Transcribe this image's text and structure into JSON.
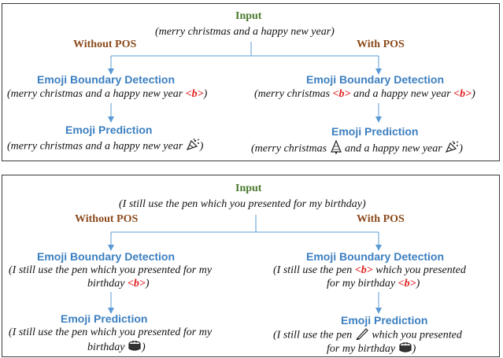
{
  "colors": {
    "input_title": "#4a7a2e",
    "pos_label": "#8b4a1c",
    "stage_title": "#3c7fc0",
    "tag": "#e02020",
    "connector": "#5b9bd5"
  },
  "example1": {
    "input_title": "Input",
    "input_sentence": "(merry christmas and a happy new year)",
    "without_pos": "Without POS",
    "with_pos": "With POS",
    "left": {
      "boundary_title": "Emoji  Boundary Detection",
      "boundary_text": "(merry christmas and a happy new year ",
      "boundary_tag": "<b>",
      "boundary_close": ")",
      "prediction_title": "Emoji  Prediction",
      "prediction_text": "(merry christmas and a happy new year ",
      "prediction_icon": "party-popper-icon",
      "prediction_close": ")"
    },
    "right": {
      "boundary_title": "Emoji  Boundary Detection",
      "boundary_text_a": "(merry christmas ",
      "boundary_tag_a": "<b>",
      "boundary_text_b": " and a happy new year ",
      "boundary_tag_b": "<b>",
      "boundary_close": ")",
      "prediction_title": "Emoji  Prediction",
      "prediction_text_a": "(merry christmas ",
      "prediction_icon_a": "christmas-tree-icon",
      "prediction_text_b": " and a happy new year ",
      "prediction_icon_b": "party-popper-icon",
      "prediction_close": ")"
    }
  },
  "example2": {
    "input_title": "Input",
    "input_sentence": "(I still use the pen which you presented for my birthday)",
    "without_pos": "Without POS",
    "with_pos": "With POS",
    "left": {
      "boundary_title": "Emoji  Boundary Detection",
      "boundary_line1": "(I still use the pen which you presented for my",
      "boundary_line2": "birthday ",
      "boundary_tag": "<b>",
      "boundary_close": ")",
      "prediction_title": "Emoji  Prediction",
      "prediction_line1": "(I still use the pen which you presented for my",
      "prediction_line2": "birthday ",
      "prediction_icon": "cake-icon",
      "prediction_close": ")"
    },
    "right": {
      "boundary_title": "Emoji  Boundary Detection",
      "boundary_line1_a": "(I still use the pen ",
      "boundary_tag_a": "<b>",
      "boundary_line1_b": " which you presented",
      "boundary_line2": "for my birthday ",
      "boundary_tag_b": "<b>",
      "boundary_close": ")",
      "prediction_title": "Emoji  Prediction",
      "prediction_line1_a": "(I still use the pen ",
      "prediction_icon_a": "pen-icon",
      "prediction_line1_b": " which you presented",
      "prediction_line2": "for my birthday ",
      "prediction_icon_b": "cake-icon",
      "prediction_close": ")"
    }
  }
}
